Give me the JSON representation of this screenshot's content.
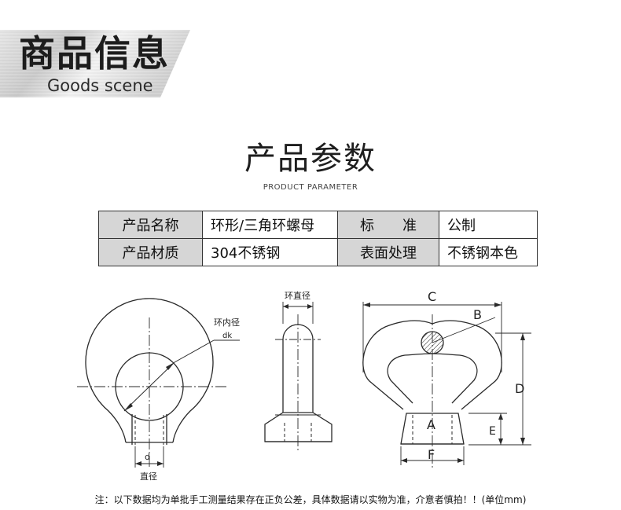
{
  "banner": {
    "title": "商品信息",
    "subtitle": "Goods scene"
  },
  "section": {
    "title": "产品参数",
    "subtitle": "PRODUCT PARAMETER"
  },
  "params": [
    [
      "产品名称",
      "环形/三角环螺母",
      "标　　准",
      "公制"
    ],
    [
      "产品材质",
      "304不锈钢",
      "表面处理",
      "不锈钢本色"
    ]
  ],
  "diagram": {
    "front": {
      "inner_label": "环内径",
      "inner_symbol": "dk",
      "d_symbol": "d",
      "d_label": "直径"
    },
    "side": {
      "label": "环直径"
    },
    "tri": {
      "C": "C",
      "B": "B",
      "D": "D",
      "A": "A",
      "E": "E",
      "F": "F"
    }
  },
  "footer_note": "注：以下数据均为单批手工测量结果存在正负公差，具体数据请以实物为准，介意者慎拍！！(单位mm)"
}
